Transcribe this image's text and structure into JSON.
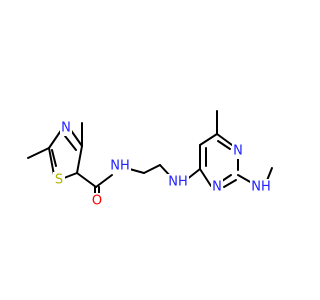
{
  "molecule": {
    "atoms": {
      "thiazole_n": {
        "symbol": "N",
        "color": "#2121ff"
      },
      "thiazole_s": {
        "symbol": "S",
        "color": "#b2b200"
      },
      "carbonyl_o": {
        "symbol": "O",
        "color": "#ff0000"
      },
      "amide_nh": {
        "symbol": "NH",
        "color": "#2121ff"
      },
      "amine_nh_1": {
        "symbol": "NH",
        "color": "#2121ff"
      },
      "pyrimidine_n_top": {
        "symbol": "N",
        "color": "#2121ff"
      },
      "pyrimidine_n_bottom": {
        "symbol": "N",
        "color": "#2121ff"
      },
      "amine_nh_2": {
        "symbol": "NH",
        "color": "#2121ff"
      }
    }
  }
}
